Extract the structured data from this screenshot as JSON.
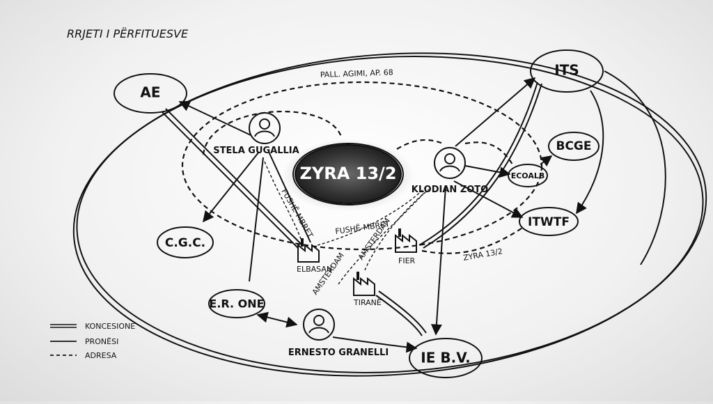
{
  "title": "RRJETI I PËRFITUESVE",
  "center_node": "ZYRA 13/2",
  "nodes": {
    "ae": "AE",
    "its": "ITS",
    "bcge": "BCGE",
    "ecoalb": "ECOALB",
    "itwtf": "ITWTF",
    "cgc": "C.G.C.",
    "er_one": "E.R. ONE",
    "ie_bv": "IE B.V."
  },
  "people": {
    "stela": "STELA GUGALLIA",
    "klodian": "KLODIAN ZOTO",
    "ernesto": "ERNESTO GRANELLI"
  },
  "places": {
    "elbasan": "ELBASAN",
    "tirane": "TIRANË",
    "fier": "FIER"
  },
  "edge_labels": {
    "pall_agimi": "PALL. AGIMI, AP. 68",
    "fushe_mbret_1": "FUSHË-MBRET",
    "fushe_mbret_2": "FUSHË-MBRET",
    "amsterdam_1": "AMSTERDAM",
    "amsterdam_2": "AMSTERDAM",
    "zyra_13_2": "ZYRA 13/2"
  },
  "legend": {
    "koncesione": "KONCESIONE",
    "pronesi": "PRONËSI",
    "adresa": "ADRESA"
  }
}
